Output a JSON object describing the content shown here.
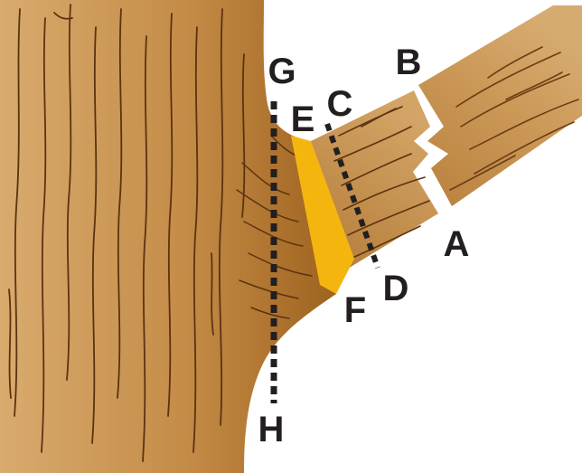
{
  "labels": {
    "a": "A",
    "b": "B",
    "c": "C",
    "d": "D",
    "e": "E",
    "f": "F",
    "g": "G",
    "h": "H"
  },
  "colors": {
    "bark_light": "#d6a86a",
    "bark_mid": "#c28a45",
    "bark_dark": "#a0641f",
    "grain": "#5c3310",
    "collar": "#f5b50f",
    "cut_line": "#231f20",
    "background": "#ffffff"
  }
}
